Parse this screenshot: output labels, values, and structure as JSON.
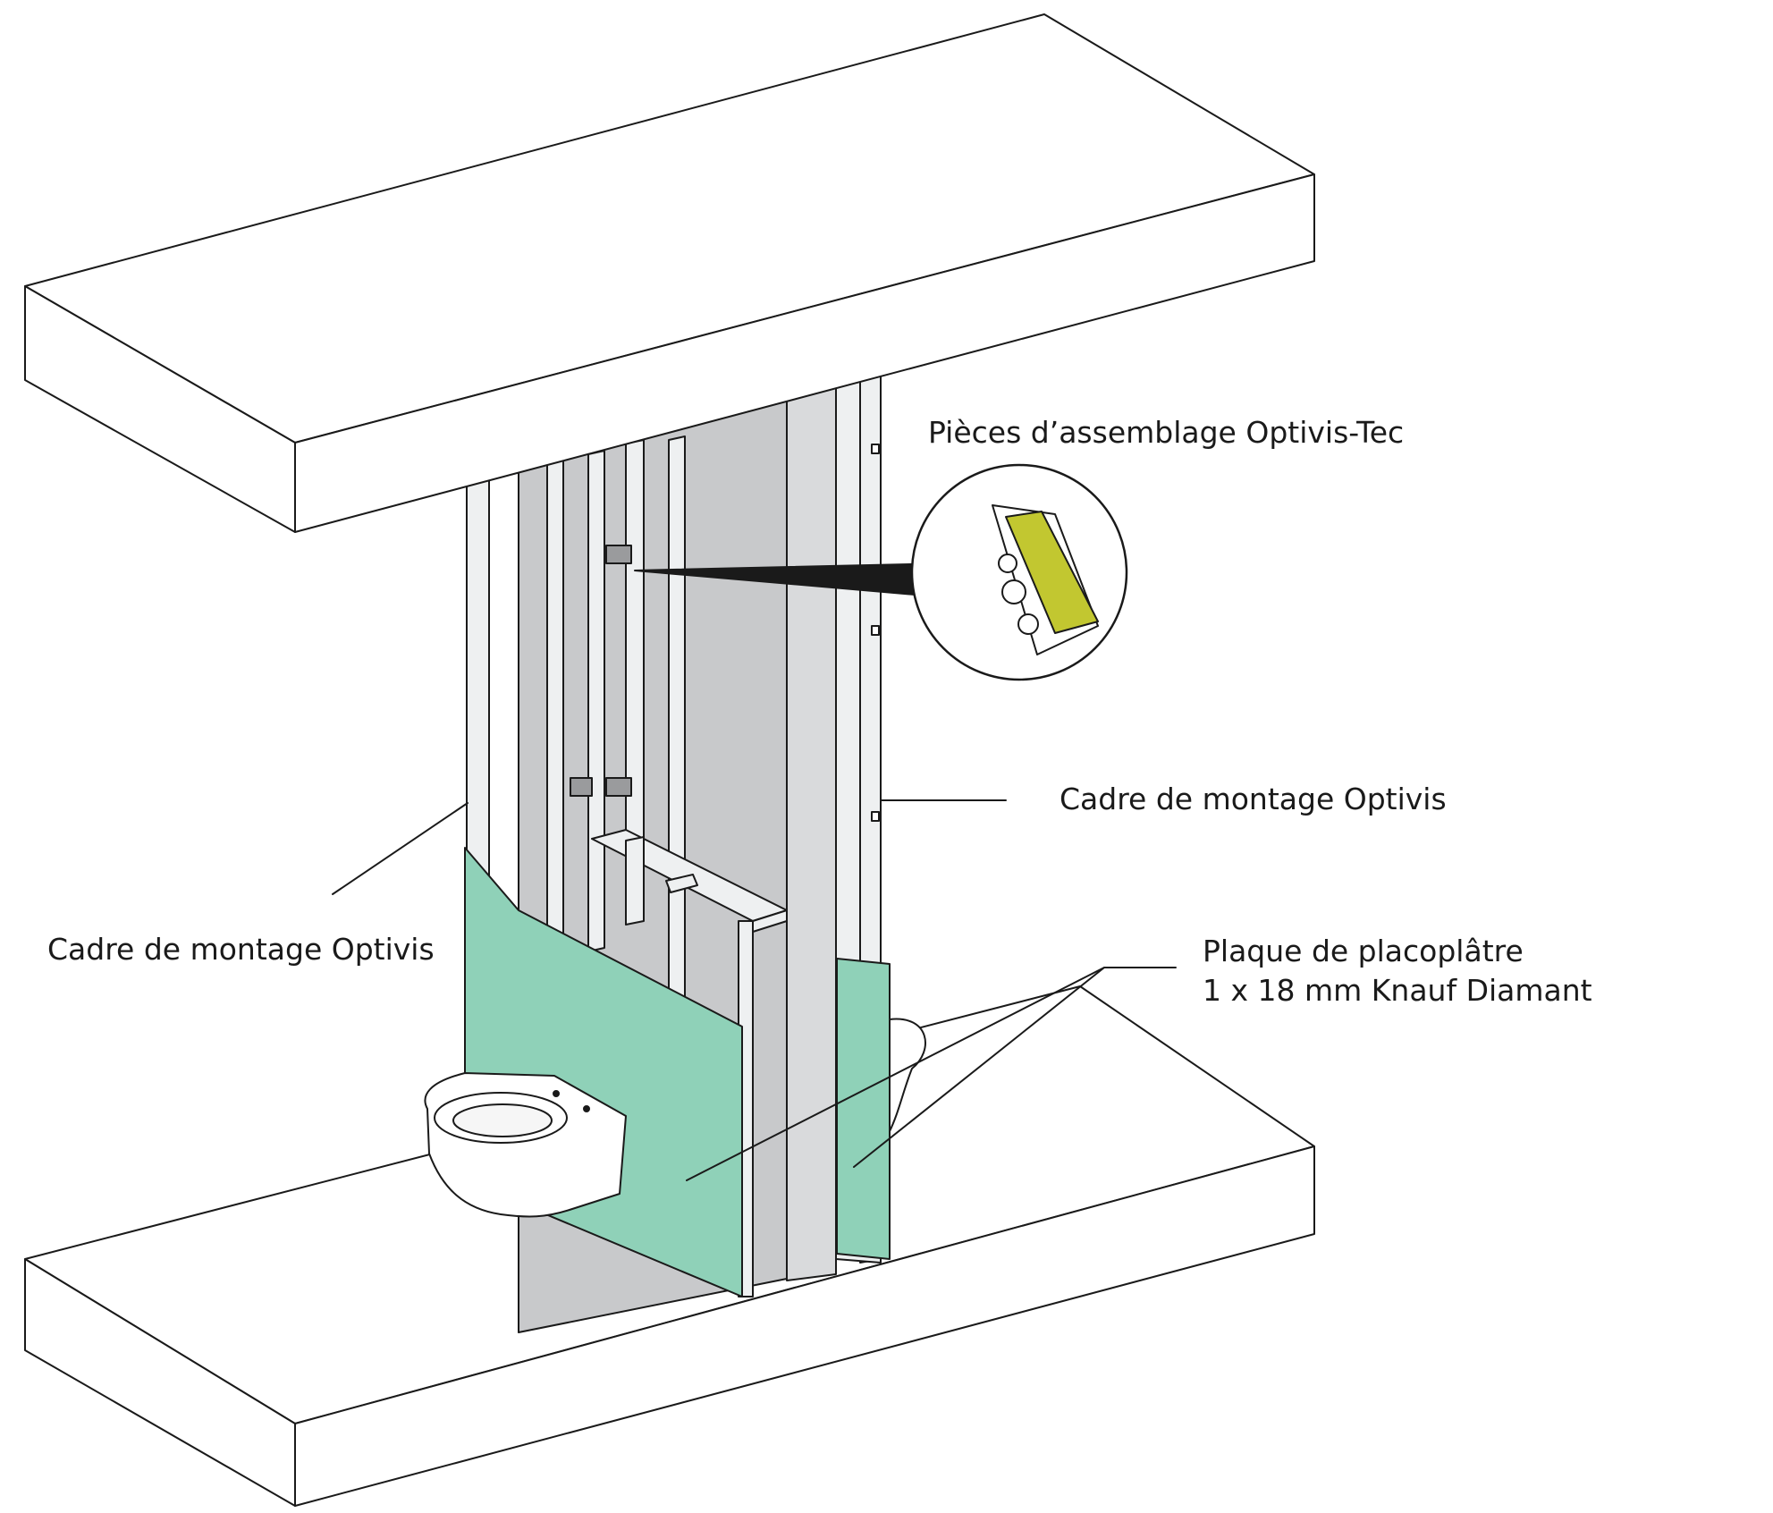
{
  "labels": {
    "assembly_parts": "Pièces d’assemblage Optivis-Tec",
    "frame_right": "Cadre de montage Optivis",
    "frame_left": "Cadre de montage Optivis",
    "board_line1": "Plaque de placoplâtre",
    "board_line2": "1 x 18 mm Knauf Diamant"
  },
  "colors": {
    "stroke": "#1a1a1a",
    "slab": "#ffffff",
    "wall_core": "#c8c9cb",
    "frame": "#eef0f1",
    "board": "#8fd1b8",
    "connector": "#c2c730"
  }
}
